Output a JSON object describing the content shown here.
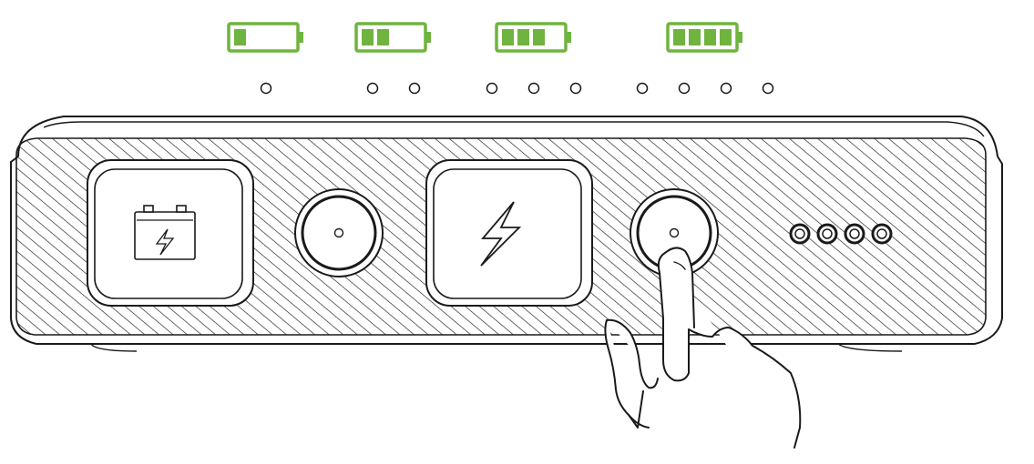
{
  "colors": {
    "battery_green": "#6fb43f",
    "line": "#1a1a1a",
    "background": "#ffffff"
  },
  "battery_levels": [
    {
      "bars": 1,
      "max_bars": 4,
      "indicator_dots": 1
    },
    {
      "bars": 2,
      "max_bars": 4,
      "indicator_dots": 2
    },
    {
      "bars": 3,
      "max_bars": 4,
      "indicator_dots": 3
    },
    {
      "bars": 4,
      "max_bars": 4,
      "indicator_dots": 4
    }
  ],
  "device": {
    "left_button_icon": "car-battery-bolt-icon",
    "center_button_icon": "lightning-bolt-icon",
    "round_buttons": 2,
    "led_indicators": 4,
    "pressed_button": "power-button-right",
    "hand_icon": "pointing-hand-icon"
  }
}
